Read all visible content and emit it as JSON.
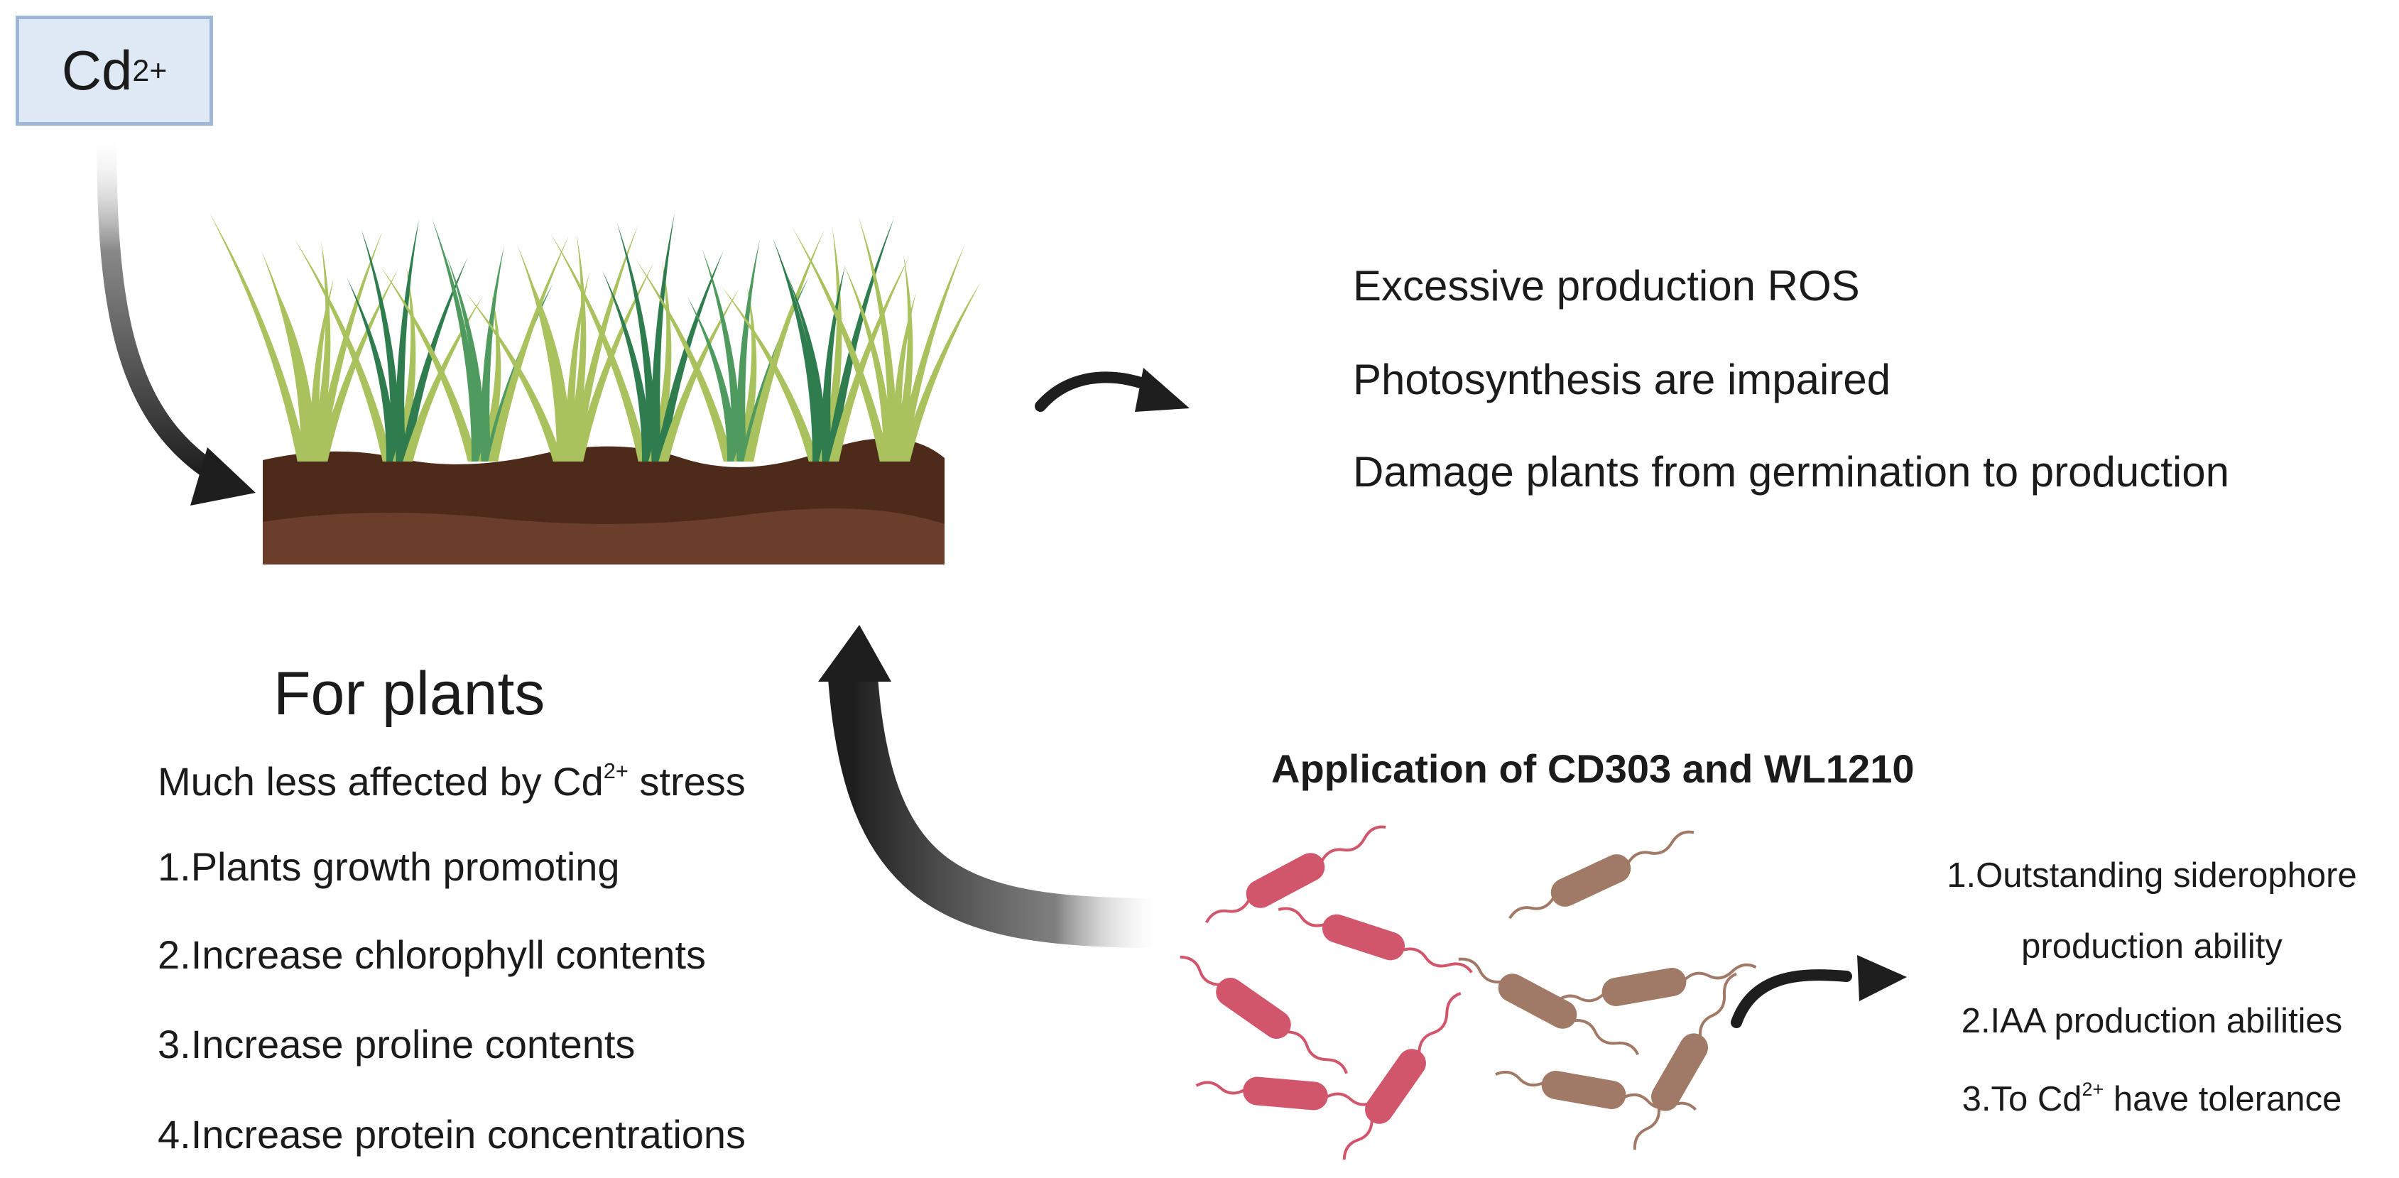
{
  "cd_box": {
    "label": "Cd",
    "charge": "2+"
  },
  "effects": [
    "Excessive production ROS",
    "Photosynthesis are impaired",
    "Damage plants from germination to production"
  ],
  "plants": {
    "title": "For plants",
    "subtitle_pre": "Much less affected by Cd",
    "subtitle_charge": "2+",
    "subtitle_post": " stress",
    "items": [
      "1.Plants growth promoting",
      "2.Increase chlorophyll contents",
      "3.Increase proline contents",
      "4.Increase protein concentrations"
    ]
  },
  "application": {
    "title": "Application of CD303 and WL1210"
  },
  "bacteria_traits": {
    "item1_line1": "1.Outstanding siderophore",
    "item1_line2": "production ability",
    "item2": "2.IAA production abilities",
    "item3_pre": "3.To Cd",
    "item3_charge": "2+",
    "item3_post": " have tolerance"
  },
  "colors": {
    "soil_top": "#4e2a1a",
    "soil_bottom": "#6a3e2a",
    "grass_dark": "#2f7d4f",
    "grass_mid": "#4f9a5e",
    "grass_light": "#a9c25e",
    "bacteria_pink": "#d1566b",
    "bacteria_brown": "#a07a66",
    "arrow": "#1e1e1e",
    "box_fill": "#dfe9f6",
    "box_border": "#9fb7d4"
  },
  "icons": [
    "cd-ion-box",
    "grass-soil-illustration",
    "bacteria-cluster",
    "curved-arrow"
  ]
}
